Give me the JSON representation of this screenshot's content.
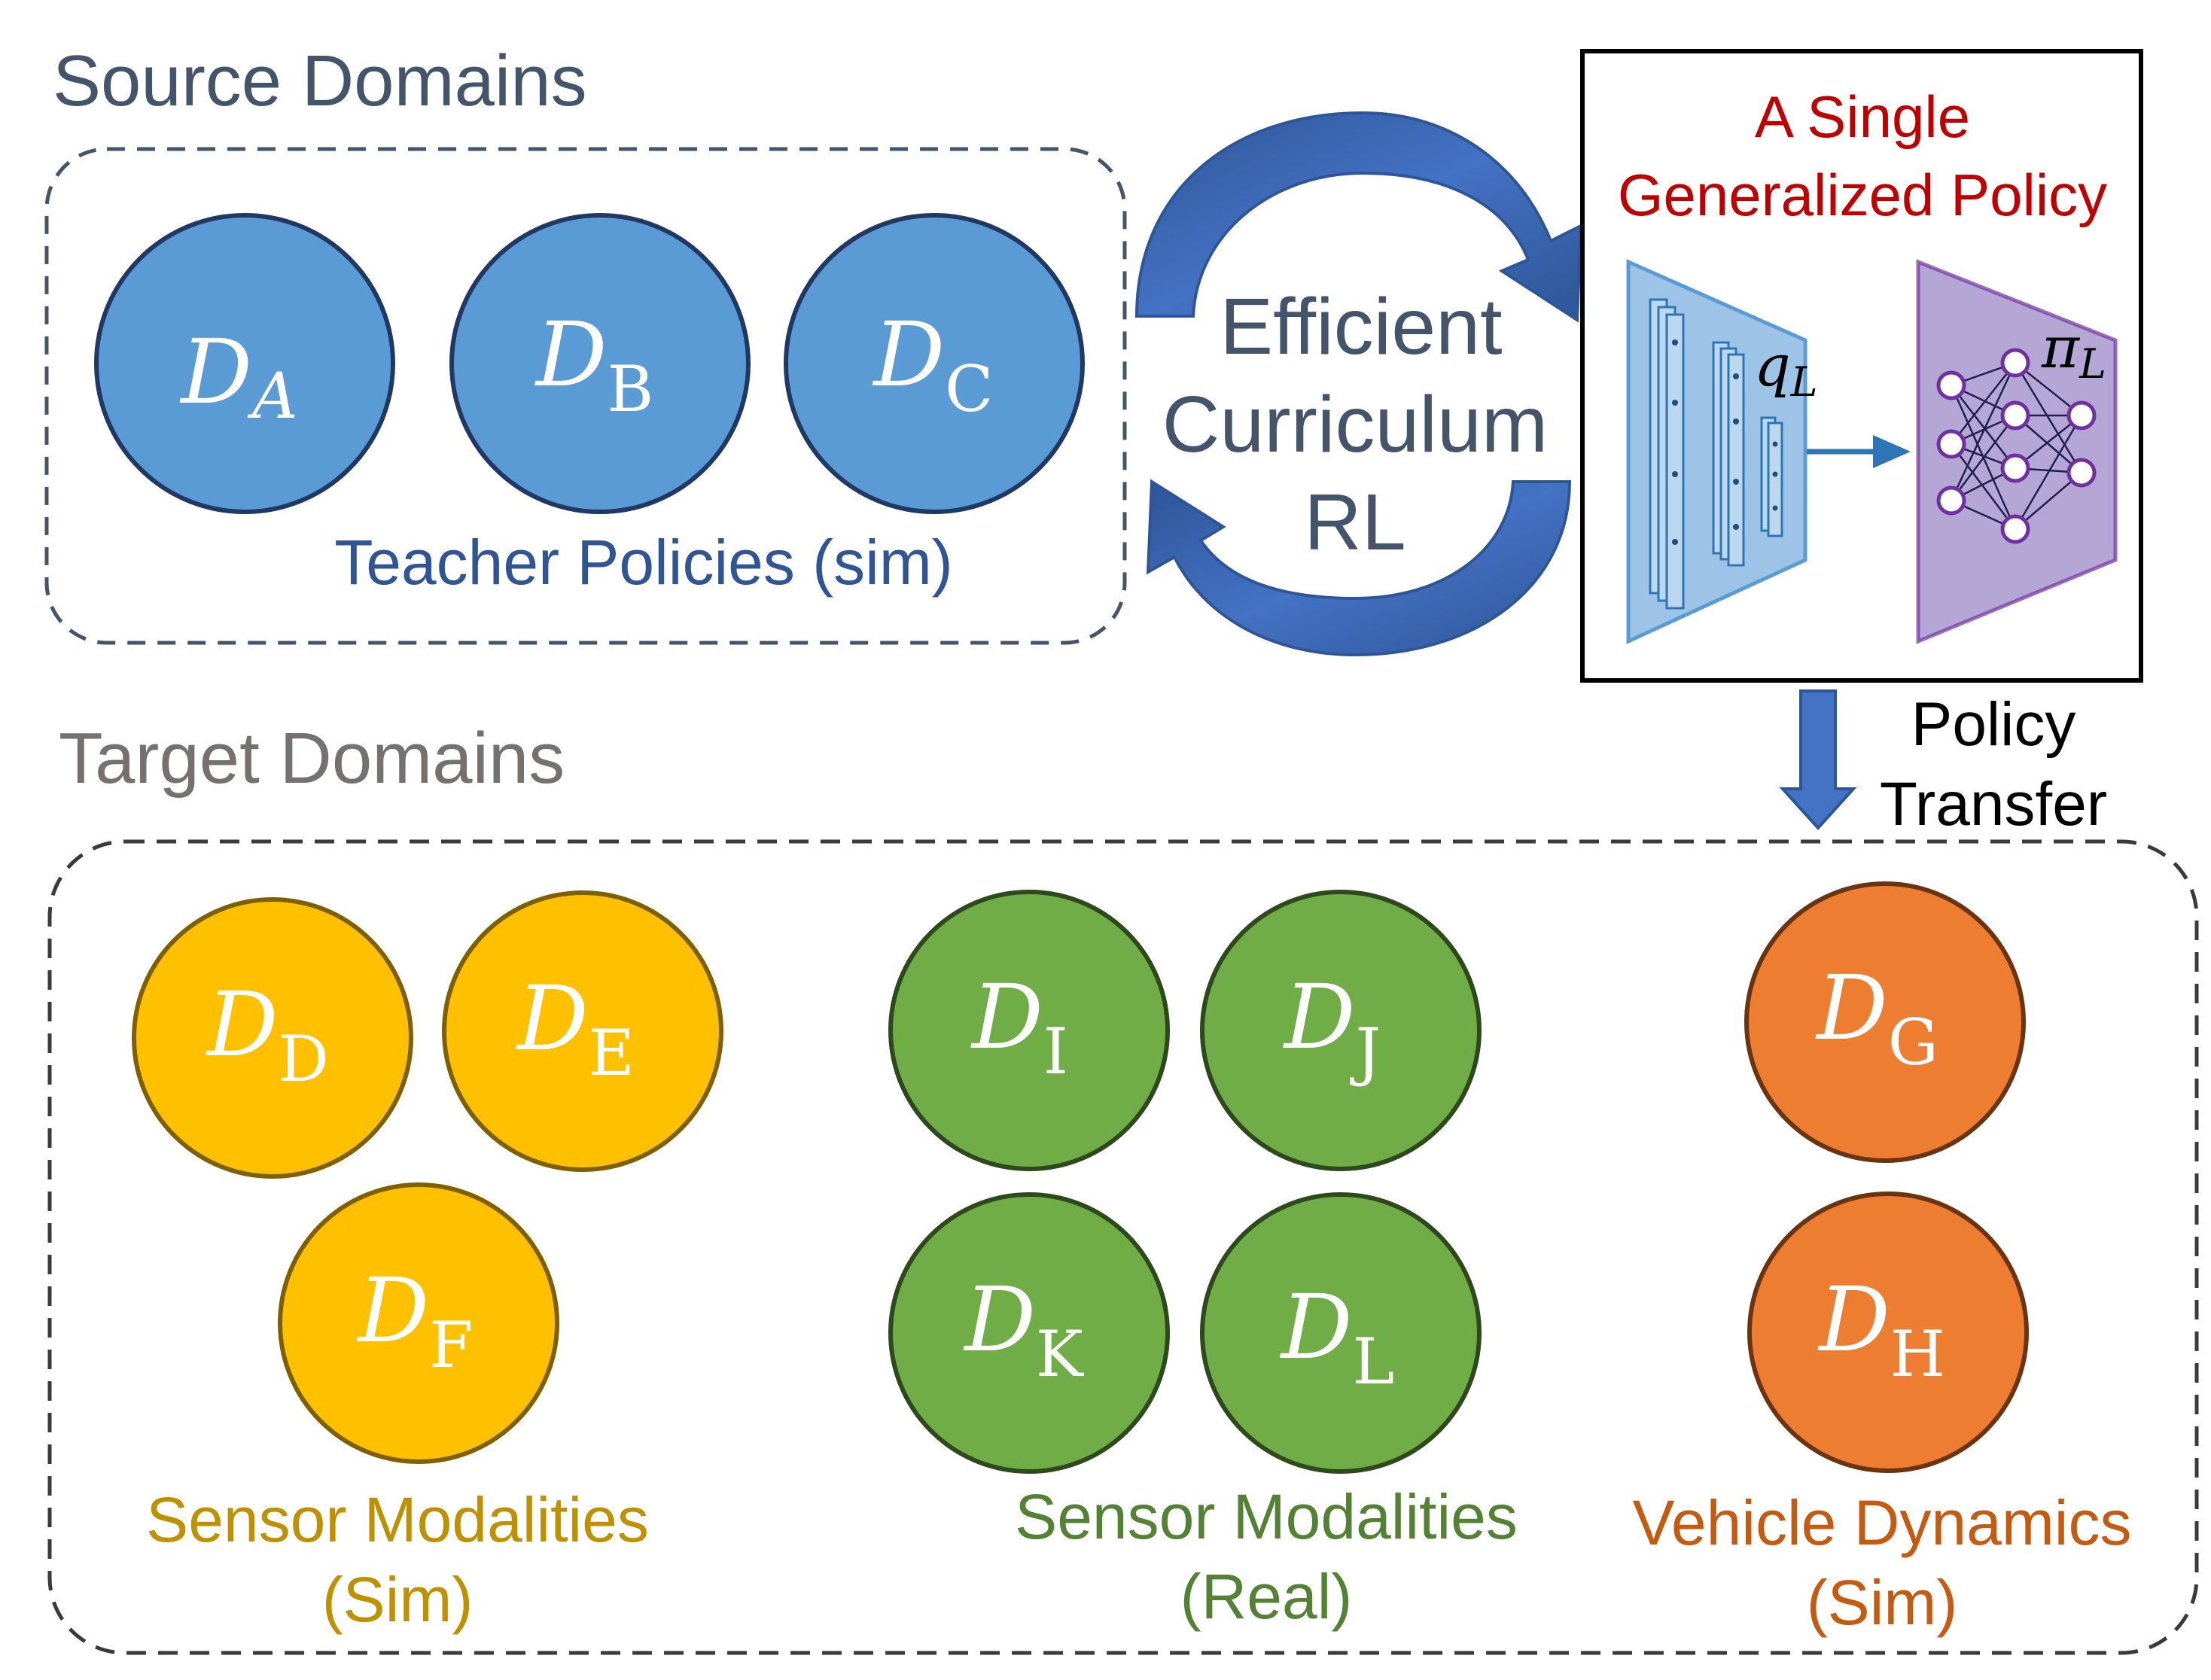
{
  "source": {
    "title": "Source Domains",
    "caption": "Teacher Policies (sim)",
    "domains": [
      {
        "main": "D",
        "sub": "A",
        "sub_italic": true
      },
      {
        "main": "D",
        "sub": "B",
        "sub_italic": false
      },
      {
        "main": "D",
        "sub": "C",
        "sub_italic": false
      }
    ]
  },
  "center": {
    "lines": [
      "Efficient",
      "Curriculum",
      "RL"
    ]
  },
  "policy": {
    "title_lines": [
      "A Single",
      "Generalized Policy"
    ],
    "encoder_label": {
      "main": "q",
      "sub": "L"
    },
    "actor_label": {
      "main": "π",
      "sub": "L"
    }
  },
  "transfer": {
    "lines": [
      "Policy",
      "Transfer"
    ]
  },
  "target": {
    "title": "Target Domains",
    "groups": [
      {
        "caption_lines": [
          "Sensor Modalities",
          "(Sim)"
        ],
        "domains": [
          {
            "main": "D",
            "sub": "D"
          },
          {
            "main": "D",
            "sub": "E"
          },
          {
            "main": "D",
            "sub": "F"
          }
        ]
      },
      {
        "caption_lines": [
          "Sensor Modalities",
          "(Real)"
        ],
        "domains": [
          {
            "main": "D",
            "sub": "I"
          },
          {
            "main": "D",
            "sub": "J"
          },
          {
            "main": "D",
            "sub": "K"
          },
          {
            "main": "D",
            "sub": "L"
          }
        ]
      },
      {
        "caption_lines": [
          "Vehicle Dynamics",
          "(Sim)"
        ],
        "domains": [
          {
            "main": "D",
            "sub": "G"
          },
          {
            "main": "D",
            "sub": "H"
          }
        ]
      }
    ]
  },
  "colors": {
    "source_fill": "#5b9bd5",
    "source_stroke": "#1f3864",
    "source_caption": "#2f5597",
    "source_title": "#44546a",
    "target_title": "#767171",
    "sim_fill": "#ffc000",
    "sim_stroke": "#7f6000",
    "sim_caption": "#bf9000",
    "real_fill": "#70ad47",
    "real_stroke": "#2e4a1c",
    "real_caption": "#548235",
    "dyn_fill": "#ed7d31",
    "dyn_stroke": "#6b3410",
    "dyn_caption": "#c55a11",
    "arrow_blue": "#4472c4",
    "policy_red": "#c00000"
  }
}
